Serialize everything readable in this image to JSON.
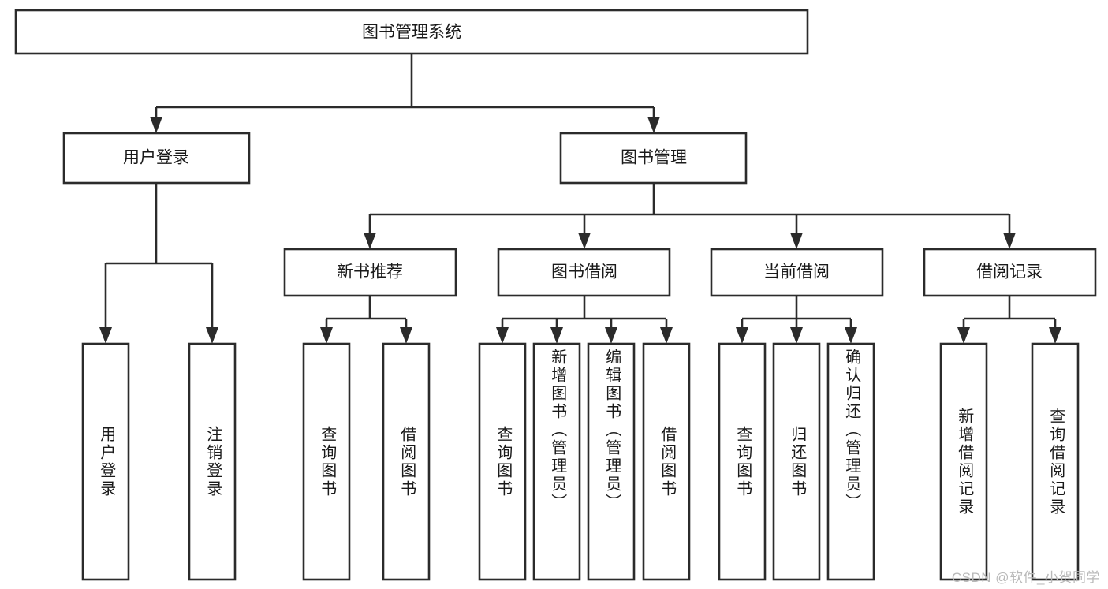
{
  "diagram": {
    "type": "tree",
    "title": "图书管理系统",
    "orientation": "top-down",
    "watermark": "CSDN @软件_小贺同学",
    "colors": {
      "stroke": "#2b2b2b",
      "fill": "#ffffff",
      "text": "#1a1a1a",
      "watermark": "#b9b9b9"
    },
    "root": {
      "id": "root",
      "label": "图书管理系统"
    },
    "level2": [
      {
        "id": "user-login",
        "label": "用户登录"
      },
      {
        "id": "book-manage",
        "label": "图书管理"
      }
    ],
    "level3": [
      {
        "id": "new-book-rec",
        "label": "新书推荐",
        "parent": "book-manage"
      },
      {
        "id": "book-borrow",
        "label": "图书借阅",
        "parent": "book-manage"
      },
      {
        "id": "current-borrow",
        "label": "当前借阅",
        "parent": "book-manage"
      },
      {
        "id": "borrow-record",
        "label": "借阅记录",
        "parent": "book-manage"
      }
    ],
    "leaves": [
      {
        "id": "leaf-user-login",
        "label": "用户登录",
        "parent": "user-login"
      },
      {
        "id": "leaf-user-logout",
        "label": "注销登录",
        "parent": "user-login"
      },
      {
        "id": "leaf-query-book-1",
        "label": "查询图书",
        "parent": "new-book-rec"
      },
      {
        "id": "leaf-borrow-book-1",
        "label": "借阅图书",
        "parent": "new-book-rec"
      },
      {
        "id": "leaf-query-book-2",
        "label": "查询图书",
        "parent": "book-borrow"
      },
      {
        "id": "leaf-add-book",
        "label": "新增图书（管理员）",
        "parent": "book-borrow"
      },
      {
        "id": "leaf-edit-book",
        "label": "编辑图书（管理员）",
        "parent": "book-borrow"
      },
      {
        "id": "leaf-borrow-book-2",
        "label": "借阅图书",
        "parent": "book-borrow"
      },
      {
        "id": "leaf-query-book-3",
        "label": "查询图书",
        "parent": "current-borrow"
      },
      {
        "id": "leaf-return-book",
        "label": "归还图书",
        "parent": "current-borrow"
      },
      {
        "id": "leaf-confirm-return",
        "label": "确认归还（管理员）",
        "parent": "current-borrow"
      },
      {
        "id": "leaf-add-record",
        "label": "新增借阅记录",
        "parent": "borrow-record"
      },
      {
        "id": "leaf-query-record",
        "label": "查询借阅记录",
        "parent": "borrow-record"
      }
    ]
  }
}
